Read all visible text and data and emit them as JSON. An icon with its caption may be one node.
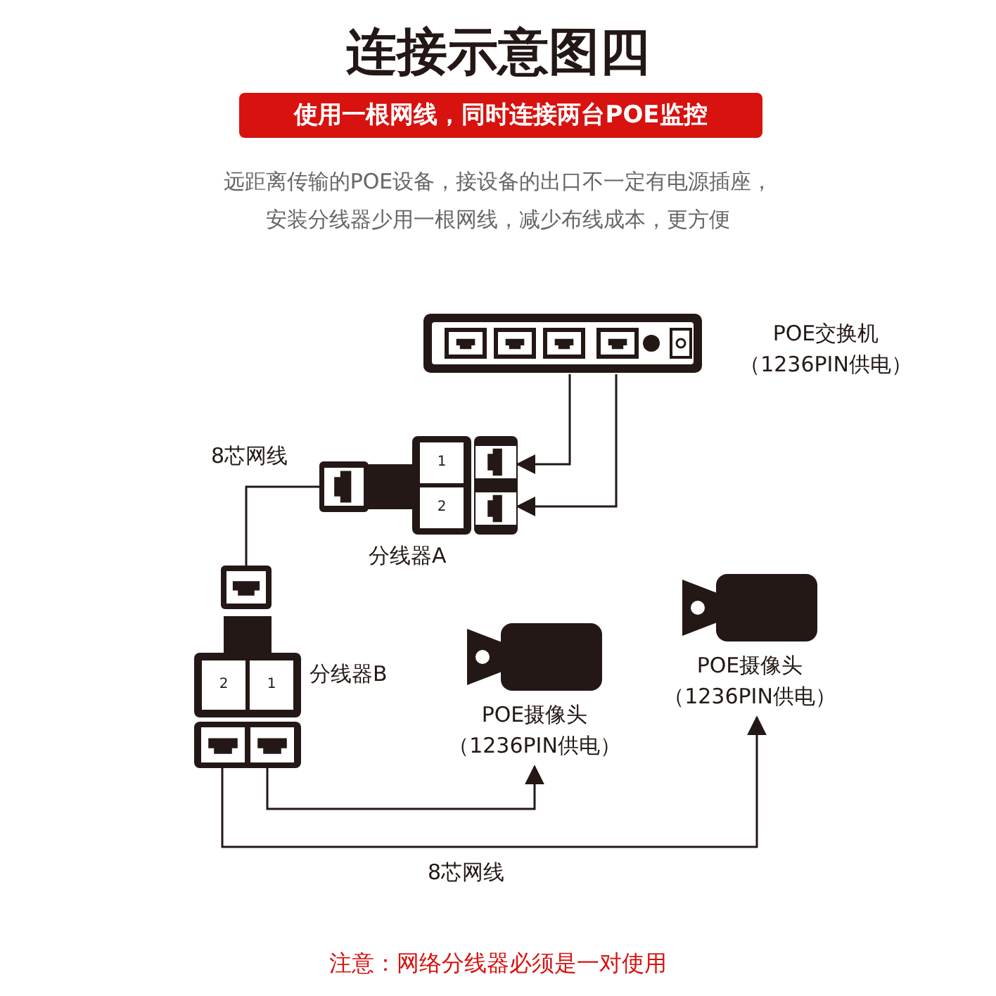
{
  "diagram": {
    "title": "连接示意图四",
    "nodes": [
      {
        "text": [],
        "shape": "box",
        "beside": [
          "POE交换机",
          "（1236PIN供电）"
        ]
      },
      {
        "text": [],
        "shape": "box",
        "beside": [
          "分线器A"
        ]
      },
      {
        "text": [],
        "shape": "box",
        "beside": [
          "分线器B"
        ]
      },
      {
        "text": [],
        "shape": "camera",
        "beside": [
          "POE摄像头",
          "（1236PIN供电）"
        ]
      },
      {
        "text": [],
        "shape": "camera",
        "beside": [
          "POE摄像头",
          "（1236PIN供电）"
        ]
      }
    ],
    "edges": [
      {
        "from": 0,
        "to": 1,
        "arrow": "to"
      },
      {
        "from": 0,
        "to": 1,
        "arrow": "to"
      },
      {
        "from": 1,
        "to": 2,
        "arrow": "none",
        "label": "8芯网线"
      },
      {
        "from": 2,
        "to": 3,
        "arrow": "to"
      },
      {
        "from": 2,
        "to": 4,
        "arrow": "to",
        "label": "8芯网线"
      }
    ],
    "labels": [
      "使用一根网线，同时连接两台POE监控",
      "远距离传输的POE设备，接设备的出口不一定有电源插座，",
      "安装分线器少用一根网线，减少布线成本，更方便",
      "1",
      "2",
      "2",
      "1",
      "注意：网络分线器必须是一对使用"
    ]
  }
}
